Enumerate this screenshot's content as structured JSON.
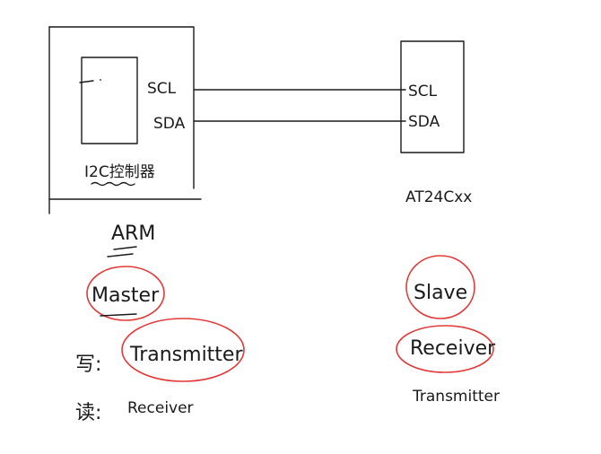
{
  "left_device": {
    "scl_label": "SCL",
    "sda_label": "SDA",
    "controller_label": "I2C控制器",
    "device_label": "ARM"
  },
  "right_device": {
    "scl_label": "SCL",
    "sda_label": "SDA",
    "device_label": "AT24Cxx"
  },
  "master_side": {
    "role": "Master",
    "write_prefix": "写:",
    "write_role": "Transmitter",
    "read_prefix": "读:",
    "read_role": "Receiver"
  },
  "slave_side": {
    "role": "Slave",
    "write_role": "Receiver",
    "read_role": "Transmitter"
  },
  "colors": {
    "ink": "#1a1a1a",
    "highlight": "#e23a3a"
  }
}
